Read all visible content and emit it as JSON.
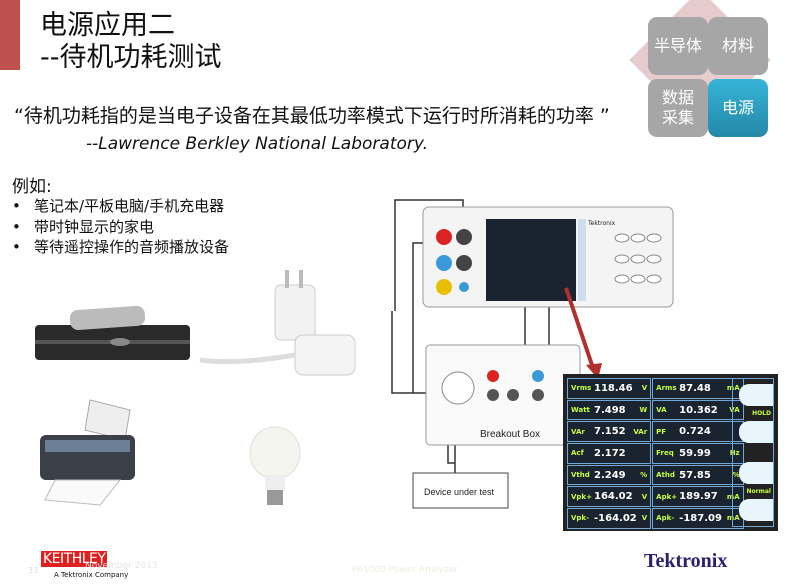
{
  "title": {
    "line1": "电源应用二",
    "line2": "--待机功耗测试"
  },
  "quote": "“待机功耗指的是当电子设备在其最低功率模式下运行时所消耗的功率 ”",
  "attribution": "--Lawrence Berkley National Laboratory.",
  "examples_label": "例如:",
  "bullets": [
    "笔记本/平板电脑/手机充电器",
    "带时钟显示的家电",
    "等待遥控操作的音频播放设备"
  ],
  "nav_tiles": {
    "semiconductor": "半导体",
    "materials": "材料",
    "data_acq_1": "数据",
    "data_acq_2": "采集",
    "power": "电源"
  },
  "active_color": "#2ea6c9",
  "diagram": {
    "breakout_box": "Breakout Box",
    "dut": "Device under test",
    "instrument": "PA1000 Power Analyzer",
    "brand": "Tektronix"
  },
  "readings": [
    {
      "label": "Vrms",
      "value": "118.46",
      "unit": "V"
    },
    {
      "label": "Arms",
      "value": "87.48",
      "unit": "mA"
    },
    {
      "label": "Watt",
      "value": "7.498",
      "unit": "W"
    },
    {
      "label": "VA",
      "value": "10.362",
      "unit": "VA"
    },
    {
      "label": "VAr",
      "value": "7.152",
      "unit": "VAr"
    },
    {
      "label": "PF",
      "value": "0.724",
      "unit": ""
    },
    {
      "label": "Acf",
      "value": "2.172",
      "unit": ""
    },
    {
      "label": "Freq",
      "value": "59.99",
      "unit": "Hz"
    },
    {
      "label": "Vthd",
      "value": "2.249",
      "unit": "%"
    },
    {
      "label": "Athd",
      "value": "57.85",
      "unit": "%"
    },
    {
      "label": "Vpk+",
      "value": "164.02",
      "unit": "V"
    },
    {
      "label": "Apk+",
      "value": "189.97",
      "unit": "mA"
    },
    {
      "label": "Vpk-",
      "value": "-164.02",
      "unit": "V"
    },
    {
      "label": "Apk-",
      "value": "-187.09",
      "unit": "mA"
    }
  ],
  "side": {
    "hold": "HOLD",
    "normal": "Normal"
  },
  "footer": {
    "keithley": "KEITHLEY",
    "keithley_sub": "A Tektronix Company",
    "page": "33",
    "date": "November 2013",
    "center": "PA1000 Power Analyzer",
    "tektronix": "Tektronix"
  }
}
